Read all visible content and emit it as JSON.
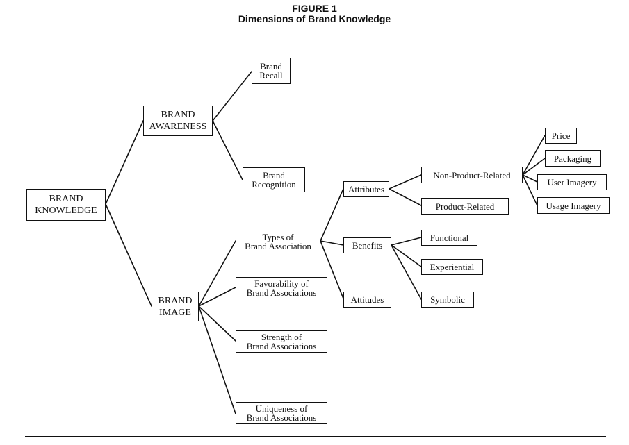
{
  "header": {
    "figure_number": "FIGURE 1",
    "title": "Dimensions of Brand Knowledge"
  },
  "nodes": {
    "brand_knowledge": [
      "BRAND",
      "KNOWLEDGE"
    ],
    "brand_awareness": [
      "BRAND",
      "AWARENESS"
    ],
    "brand_recall": [
      "Brand",
      "Recall"
    ],
    "brand_recognition": [
      "Brand",
      "Recognition"
    ],
    "brand_image": [
      "BRAND",
      "IMAGE"
    ],
    "types_of_brand_association": [
      "Types of",
      "Brand Association"
    ],
    "favorability": [
      "Favorability of",
      "Brand Associations"
    ],
    "strength": [
      "Strength of",
      "Brand Associations"
    ],
    "uniqueness": [
      "Uniqueness of",
      "Brand Associations"
    ],
    "attributes": [
      "Attributes"
    ],
    "benefits": [
      "Benefits"
    ],
    "attitudes": [
      "Attitudes"
    ],
    "non_product_related": [
      "Non-Product-Related"
    ],
    "product_related": [
      "Product-Related"
    ],
    "functional": [
      "Functional"
    ],
    "experiential": [
      "Experiential"
    ],
    "symbolic": [
      "Symbolic"
    ],
    "price": [
      "Price"
    ],
    "packaging": [
      "Packaging"
    ],
    "user_imagery": [
      "User Imagery"
    ],
    "usage_imagery": [
      "Usage Imagery"
    ]
  },
  "style": {
    "line_color": "#111111"
  }
}
